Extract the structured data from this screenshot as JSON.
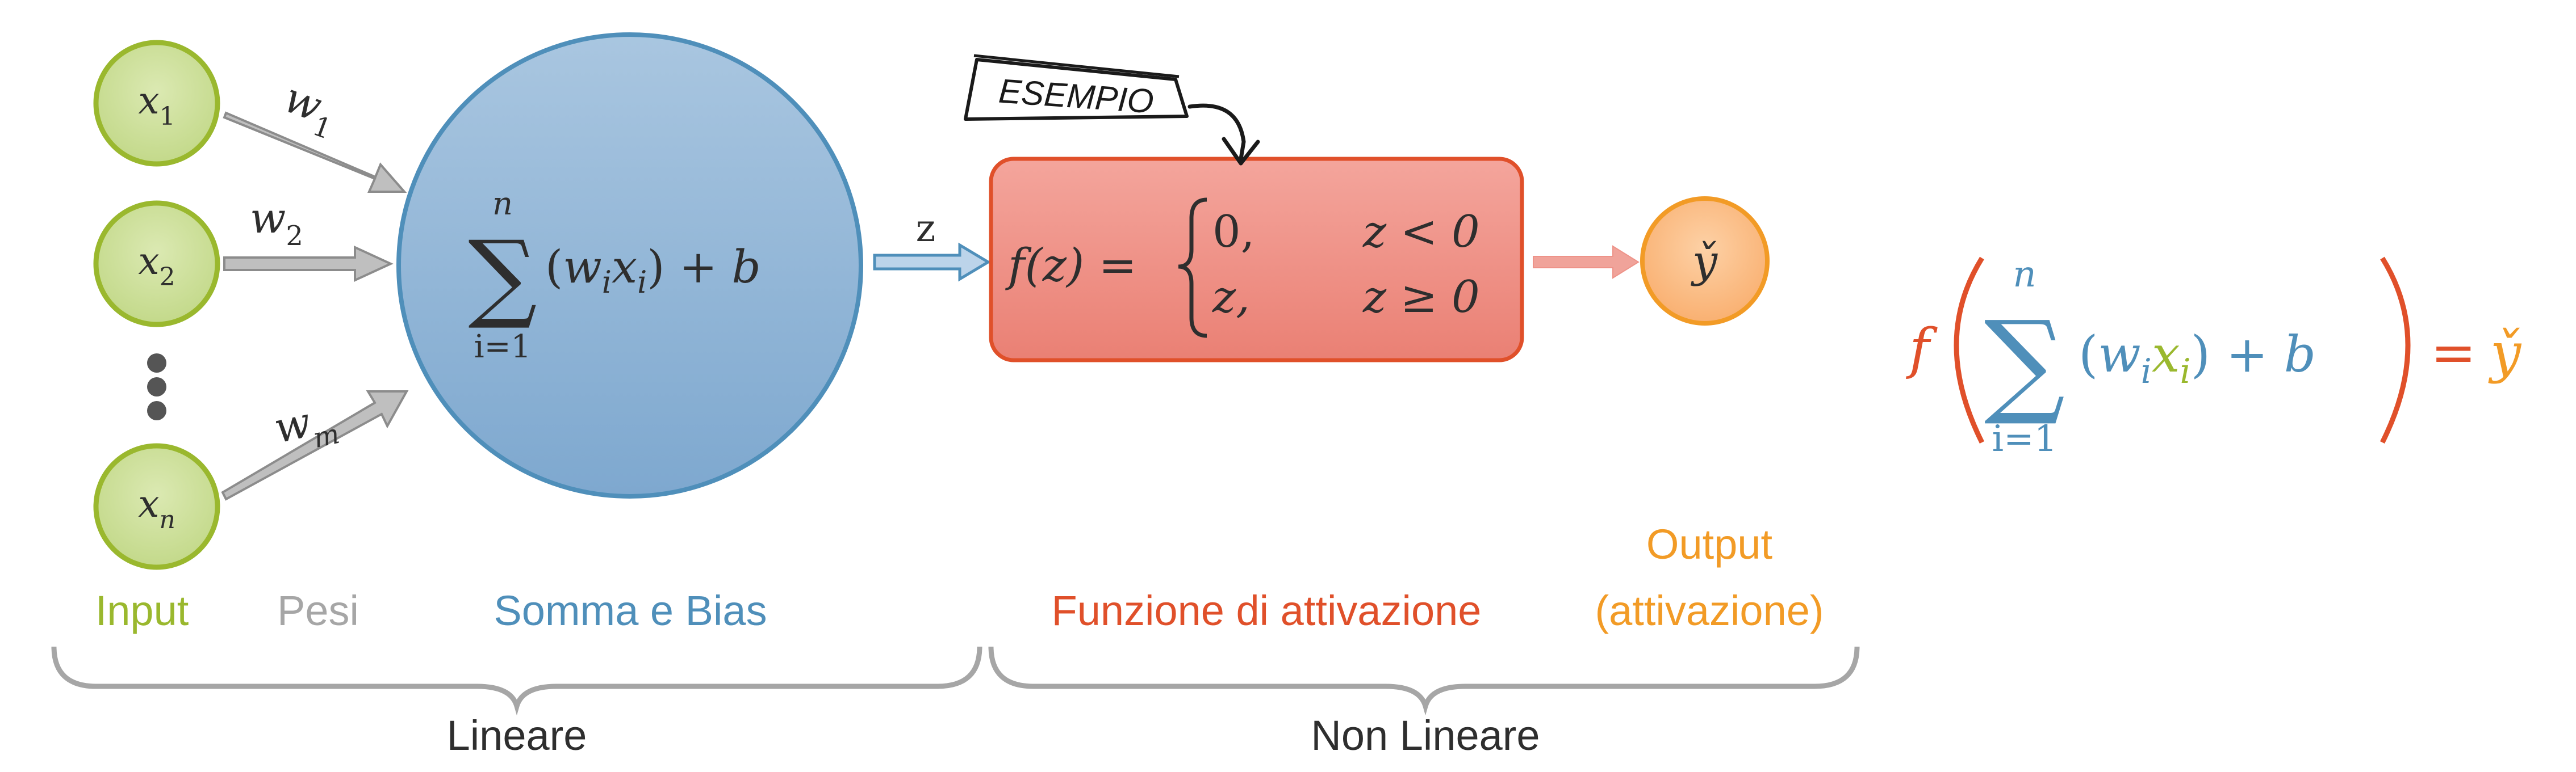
{
  "inputs": {
    "x1": {
      "base": "x",
      "sub": "1"
    },
    "x2": {
      "base": "x",
      "sub": "2"
    },
    "xn": {
      "base": "x",
      "sub": "n"
    }
  },
  "weights": {
    "w1": {
      "base": "w",
      "sub": "1"
    },
    "w2": {
      "base": "w",
      "sub": "2"
    },
    "wm": {
      "base": "w",
      "sub": "m"
    }
  },
  "sum_node": {
    "sigma": "∑",
    "upper": "n",
    "lower": "i=1",
    "body_open": "(",
    "w": "w",
    "w_sub": "i",
    "x": "x",
    "x_sub": "i",
    "body_close": ") + ",
    "b": "b"
  },
  "z_label": "z",
  "tag": "ESEMPIO",
  "activation": {
    "fz": "f(z) =",
    "case1_value": "0,",
    "case1_cond": "z < 0",
    "case2_value": "z,",
    "case2_cond": "z ≥ 0"
  },
  "output_node": "y̌",
  "labels": {
    "input": "Input",
    "pesi": "Pesi",
    "somma": "Somma e Bias",
    "funzione": "Funzione di attivazione",
    "output_line1": "Output",
    "output_line2": "(attivazione)",
    "lineare": "Lineare",
    "non_lineare": "Non Lineare"
  },
  "formula": {
    "f": "f",
    "sigma": "∑",
    "upper": "n",
    "lower": "i=1",
    "open": "(",
    "w": "w",
    "w_sub": "i",
    "x": "x",
    "x_sub": "i",
    "close_plus": ") + ",
    "b": "b",
    "equals": "=",
    "yhat": "y̌"
  },
  "colors": {
    "green": "#9ab82e",
    "green_fill": "#cfe0a0",
    "gray": "#a6a6a6",
    "blue": "#4f8fba",
    "blue_fill": "#8fb4d6",
    "red": "#e0502a",
    "red_fill": "#ee9389",
    "orange": "#f29b26",
    "orange_fill": "#fbc08a"
  }
}
